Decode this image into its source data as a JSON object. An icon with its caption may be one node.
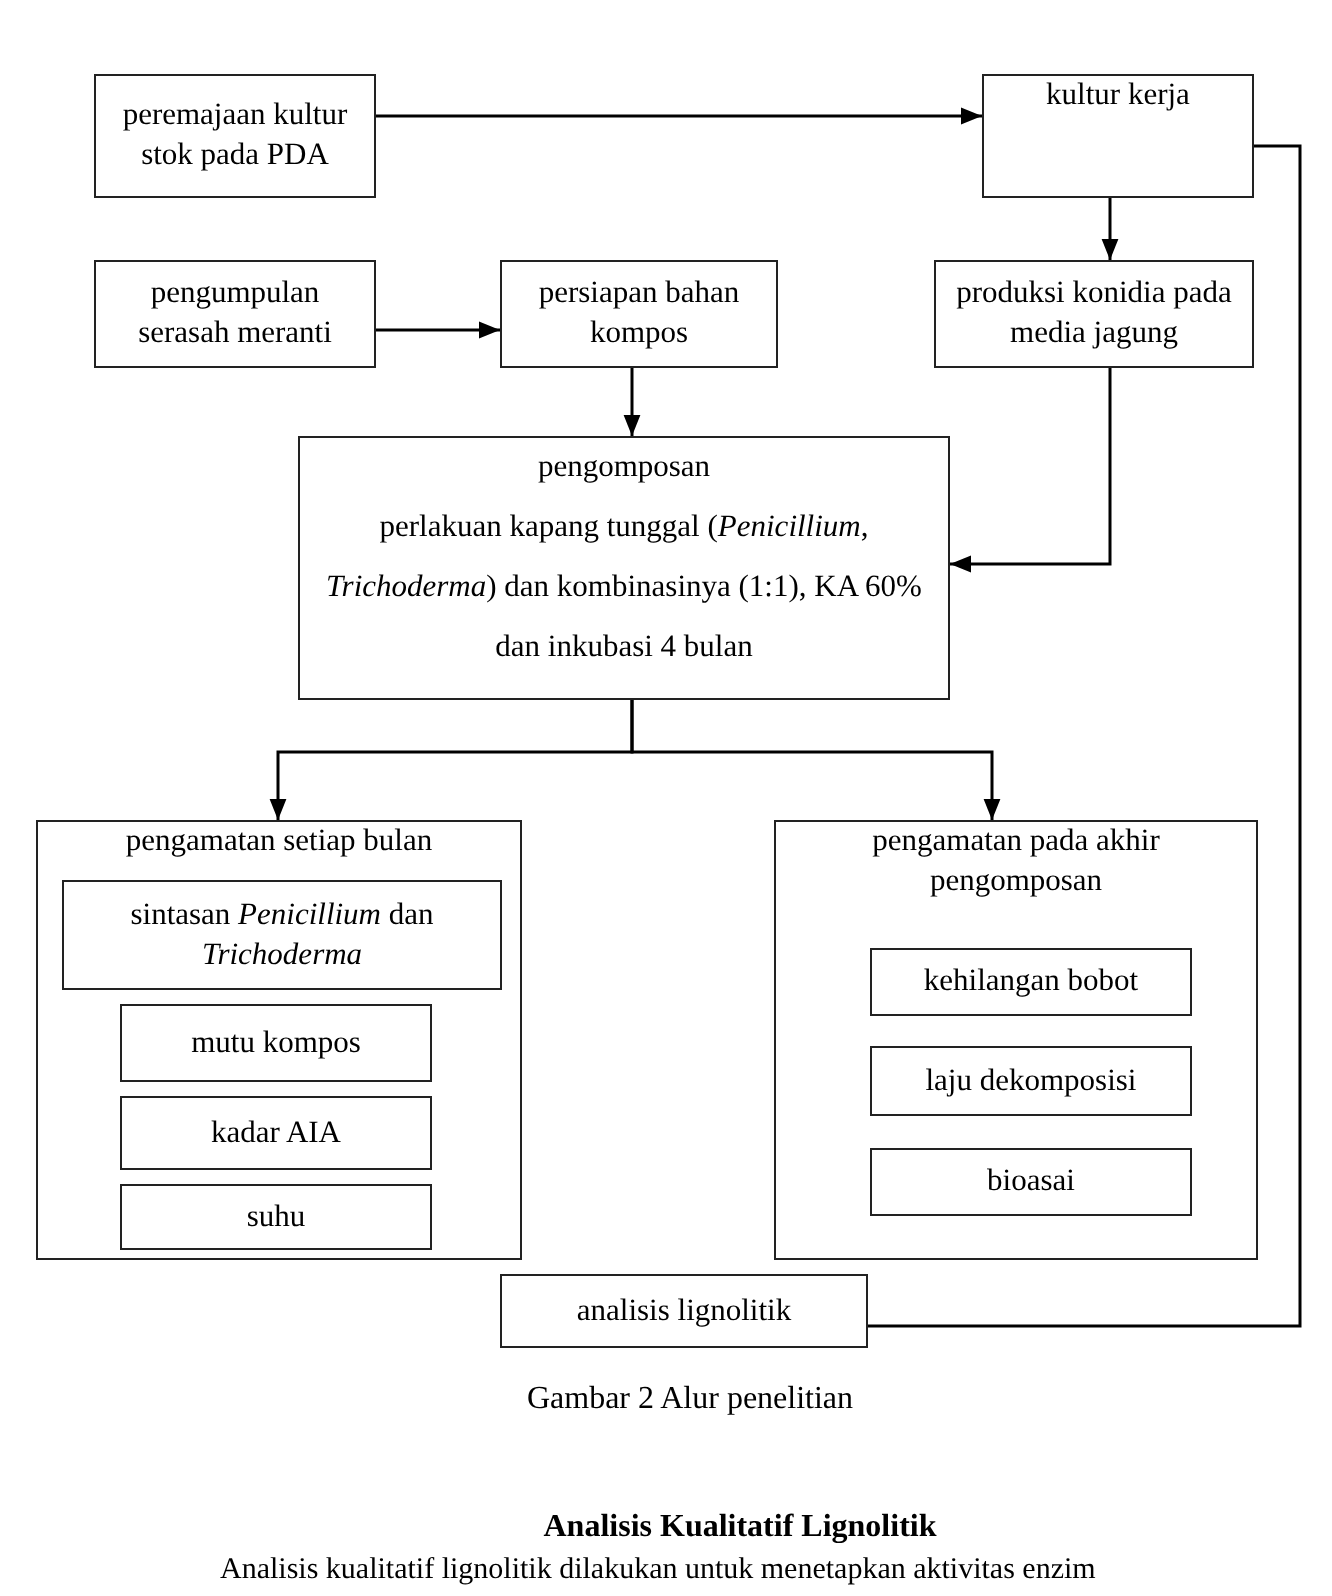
{
  "diagram": {
    "caption": "Gambar 2 Alur penelitian",
    "nodes": [
      {
        "text": [
          "peremajaan kultur stok pada PDA"
        ]
      },
      {
        "text": [
          "kultur kerja"
        ]
      },
      {
        "text": [
          "pengumpulan serasah meranti"
        ]
      },
      {
        "text": [
          "persiapan bahan kompos"
        ]
      },
      {
        "text": [
          "produksi konidia pada media jagung"
        ]
      },
      {
        "text": [
          "pengomposan",
          "perlakuan kapang tunggal (*Penicillium*, *Trichoderma*) dan kombinasinya (1:1), KA 60% dan inkubasi 4 bulan"
        ]
      },
      {
        "text": [
          "pengamatan setiap bulan"
        ]
      },
      {
        "text": [
          "sintasan *Penicillium* dan *Trichoderma*"
        ],
        "in": 6
      },
      {
        "text": [
          "mutu kompos"
        ],
        "in": 6
      },
      {
        "text": [
          "kadar AIA"
        ],
        "in": 6
      },
      {
        "text": [
          "suhu"
        ],
        "in": 6
      },
      {
        "text": [
          "pengamatan pada akhir pengomposan"
        ]
      },
      {
        "text": [
          "kehilangan bobot"
        ],
        "in": 11
      },
      {
        "text": [
          "laju dekomposisi"
        ],
        "in": 11
      },
      {
        "text": [
          "bioasai"
        ],
        "in": 11
      },
      {
        "text": [
          "analisis lignolitik"
        ]
      }
    ],
    "edges": [
      {
        "from": 0,
        "to": 1,
        "arrow": "to"
      },
      {
        "from": 1,
        "to": 4,
        "arrow": "to"
      },
      {
        "from": 2,
        "to": 3,
        "arrow": "to"
      },
      {
        "from": 3,
        "to": 5,
        "arrow": "to"
      },
      {
        "from": 4,
        "to": 5,
        "arrow": "to"
      },
      {
        "from": 5,
        "to": 6,
        "arrow": "to"
      },
      {
        "from": 5,
        "to": 11,
        "arrow": "to"
      },
      {
        "from": 1,
        "to": 15,
        "arrow": "none"
      }
    ],
    "labels": [
      "Analisis Kualitatif Lignolitik",
      "Analisis kualitatif lignolitik dilakukan untuk menetapkan aktivitas enzim"
    ]
  }
}
